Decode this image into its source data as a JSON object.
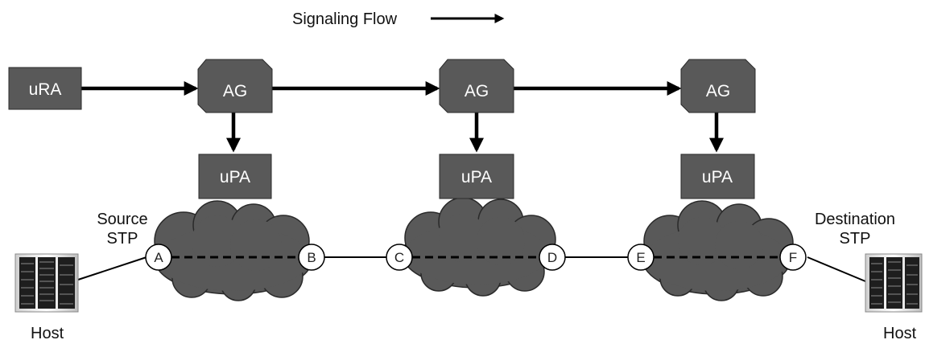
{
  "title": "Signaling Flow",
  "components": {
    "ura": "uRA",
    "ag": [
      "AG",
      "AG",
      "AG"
    ],
    "upa": [
      "uPA",
      "uPA",
      "uPA"
    ]
  },
  "stp": {
    "source": [
      "Source",
      "STP"
    ],
    "destination": [
      "Destination",
      "STP"
    ]
  },
  "nodes": [
    "A",
    "B",
    "C",
    "D",
    "E",
    "F"
  ],
  "hosts": [
    "Host",
    "Host"
  ],
  "colors": {
    "box_fill": "#595959",
    "cloud_fill": "#595959",
    "arrow": "#000000",
    "node_fill": "#ffffff"
  }
}
